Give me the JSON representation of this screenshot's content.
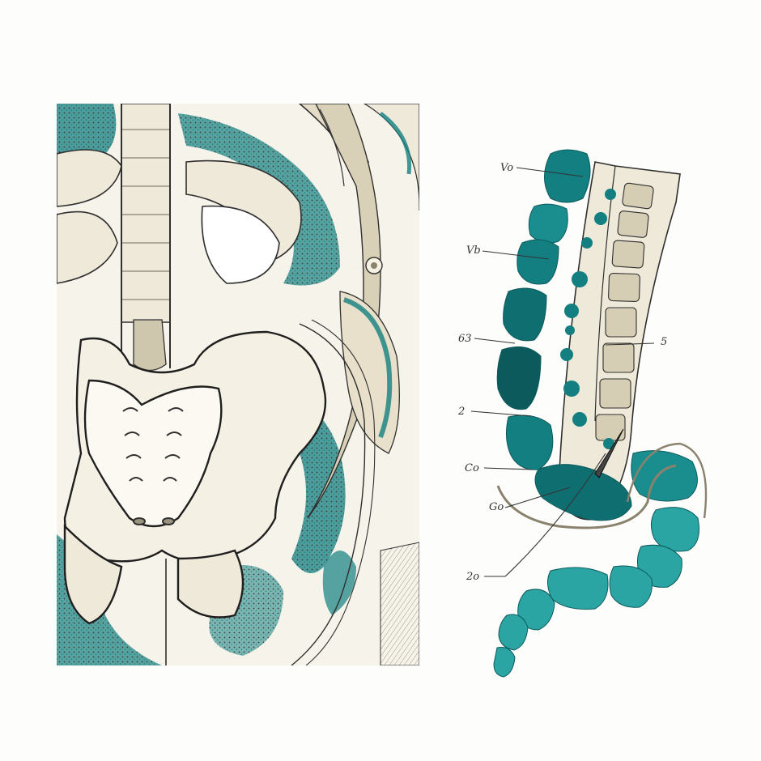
{
  "colors": {
    "background": "#fdfdfc",
    "bone": "#efe9da",
    "bone_shade": "#cfc6ae",
    "ink": "#2f2f2f",
    "teal": "#137f80",
    "teal_dark": "#0d5a5c",
    "teal_light": "#2aa5a3"
  },
  "labels": {
    "a": "Vo",
    "b": "Vb",
    "c": "63",
    "d": "5",
    "e": "2",
    "f": "Co",
    "g": "Go",
    "h": "2o"
  },
  "icons": [
    "spine-illustration-icon",
    "pelvis-illustration-icon"
  ]
}
